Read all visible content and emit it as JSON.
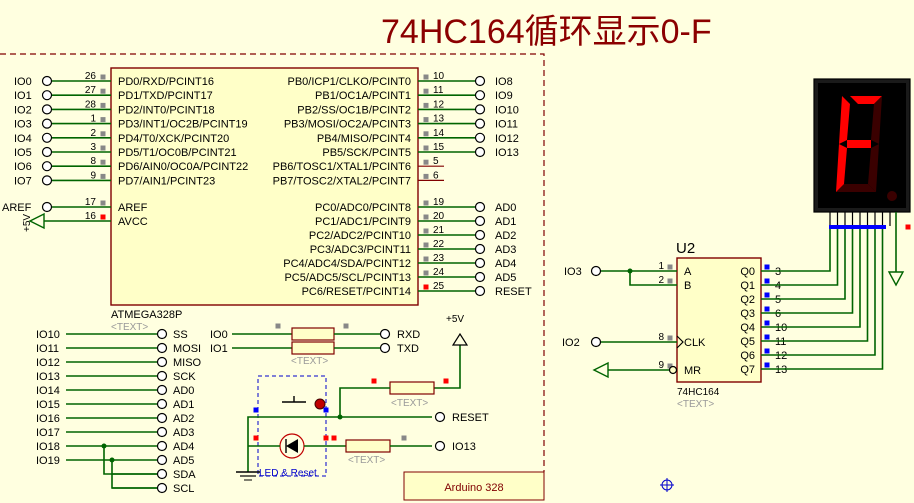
{
  "title": "74HC164循环显示0-F",
  "mcu": {
    "name": "ATMEGA328P",
    "text_tag": "<TEXT>",
    "left_pins": [
      {
        "net": "IO0",
        "num": "26",
        "label": "PD0/RXD/PCINT16"
      },
      {
        "net": "IO1",
        "num": "27",
        "label": "PD1/TXD/PCINT17"
      },
      {
        "net": "IO2",
        "num": "28",
        "label": "PD2/INT0/PCINT18"
      },
      {
        "net": "IO3",
        "num": "1",
        "label": "PD3/INT1/OC2B/PCINT19"
      },
      {
        "net": "IO4",
        "num": "2",
        "label": "PD4/T0/XCK/PCINT20"
      },
      {
        "net": "IO5",
        "num": "3",
        "label": "PD5/T1/OC0B/PCINT21"
      },
      {
        "net": "IO6",
        "num": "8",
        "label": "PD6/AIN0/OC0A/PCINT22"
      },
      {
        "net": "IO7",
        "num": "9",
        "label": "PD7/AIN1/PCINT23"
      }
    ],
    "aref": {
      "net": "AREF",
      "num": "17",
      "label": "AREF"
    },
    "avcc": {
      "net": "+5V",
      "num": "16",
      "label": "AVCC"
    },
    "right_pins_b": [
      {
        "net": "IO8",
        "num": "10",
        "label": "PB0/ICP1/CLKO/PCINT0"
      },
      {
        "net": "IO9",
        "num": "11",
        "label": "PB1/OC1A/PCINT1"
      },
      {
        "net": "IO10",
        "num": "12",
        "label": "PB2/SS/OC1B/PCINT2"
      },
      {
        "net": "IO11",
        "num": "13",
        "label": "PB3/MOSI/OC2A/PCINT3"
      },
      {
        "net": "IO12",
        "num": "14",
        "label": "PB4/MISO/PCINT4"
      },
      {
        "net": "IO13",
        "num": "15",
        "label": "PB5/SCK/PCINT5"
      },
      {
        "net": "",
        "num": "5",
        "label": "PB6/TOSC1/XTAL1/PCINT6"
      },
      {
        "net": "",
        "num": "6",
        "label": "PB7/TOSC2/XTAL2/PCINT7"
      }
    ],
    "right_pins_c": [
      {
        "net": "AD0",
        "num": "19",
        "label": "PC0/ADC0/PCINT8"
      },
      {
        "net": "AD1",
        "num": "20",
        "label": "PC1/ADC1/PCINT9"
      },
      {
        "net": "AD2",
        "num": "21",
        "label": "PC2/ADC2/PCINT10"
      },
      {
        "net": "AD3",
        "num": "22",
        "label": "PC3/ADC3/PCINT11"
      },
      {
        "net": "AD4",
        "num": "23",
        "label": "PC4/ADC4/SDA/PCINT12"
      },
      {
        "net": "AD5",
        "num": "24",
        "label": "PC5/ADC5/SCL/PCINT13"
      },
      {
        "net": "RESET",
        "num": "25",
        "label": "PC6/RESET/PCINT14"
      }
    ]
  },
  "header_left": [
    {
      "net": "IO10",
      "label": "SS"
    },
    {
      "net": "IO11",
      "label": "MOSI"
    },
    {
      "net": "IO12",
      "label": "MISO"
    },
    {
      "net": "IO13",
      "label": "SCK"
    },
    {
      "net": "IO14",
      "label": "AD0"
    },
    {
      "net": "IO15",
      "label": "AD1"
    },
    {
      "net": "IO16",
      "label": "AD2"
    },
    {
      "net": "IO17",
      "label": "AD3"
    },
    {
      "net": "IO18",
      "label": "AD4"
    },
    {
      "net": "IO19",
      "label": "AD5"
    },
    {
      "net": "",
      "label": "SDA"
    },
    {
      "net": "",
      "label": "SCL"
    }
  ],
  "serial": [
    {
      "net": "IO0",
      "label": "RXD"
    },
    {
      "net": "IO1",
      "label": "TXD"
    }
  ],
  "power_label": "+5V",
  "reset_net": "RESET",
  "io13_net": "IO13",
  "led_reset_label": "LED & Reset",
  "board_label": "Arduino 328",
  "text_tag": "<TEXT>",
  "u2": {
    "ref": "U2",
    "name": "74HC164",
    "text_tag": "<TEXT>",
    "inputs": [
      {
        "num": "1",
        "label": "A",
        "net": "IO3"
      },
      {
        "num": "2",
        "label": "B",
        "net": ""
      },
      {
        "num": "8",
        "label": "CLK",
        "net": "IO2"
      },
      {
        "num": "9",
        "label": "MR",
        "net": ""
      }
    ],
    "outputs": [
      {
        "label": "Q0",
        "num": "3"
      },
      {
        "label": "Q1",
        "num": "4"
      },
      {
        "label": "Q2",
        "num": "5"
      },
      {
        "label": "Q3",
        "num": "6"
      },
      {
        "label": "Q4",
        "num": "10"
      },
      {
        "label": "Q5",
        "num": "11"
      },
      {
        "label": "Q6",
        "num": "12"
      },
      {
        "label": "Q7",
        "num": "13"
      }
    ]
  },
  "display": {
    "digit": "F"
  },
  "colors": {
    "background": "#ffffe0",
    "title": "#8b0000",
    "wire": "#006400",
    "component_fill": "#ffffc8",
    "component_border": "#800000",
    "frame": "#800000",
    "segment_on": "#ff0000",
    "segment_off": "#3a0000",
    "display_body": "#1a1a1a",
    "pin_blue": "#0000ff",
    "pin_red": "#ff0000"
  }
}
